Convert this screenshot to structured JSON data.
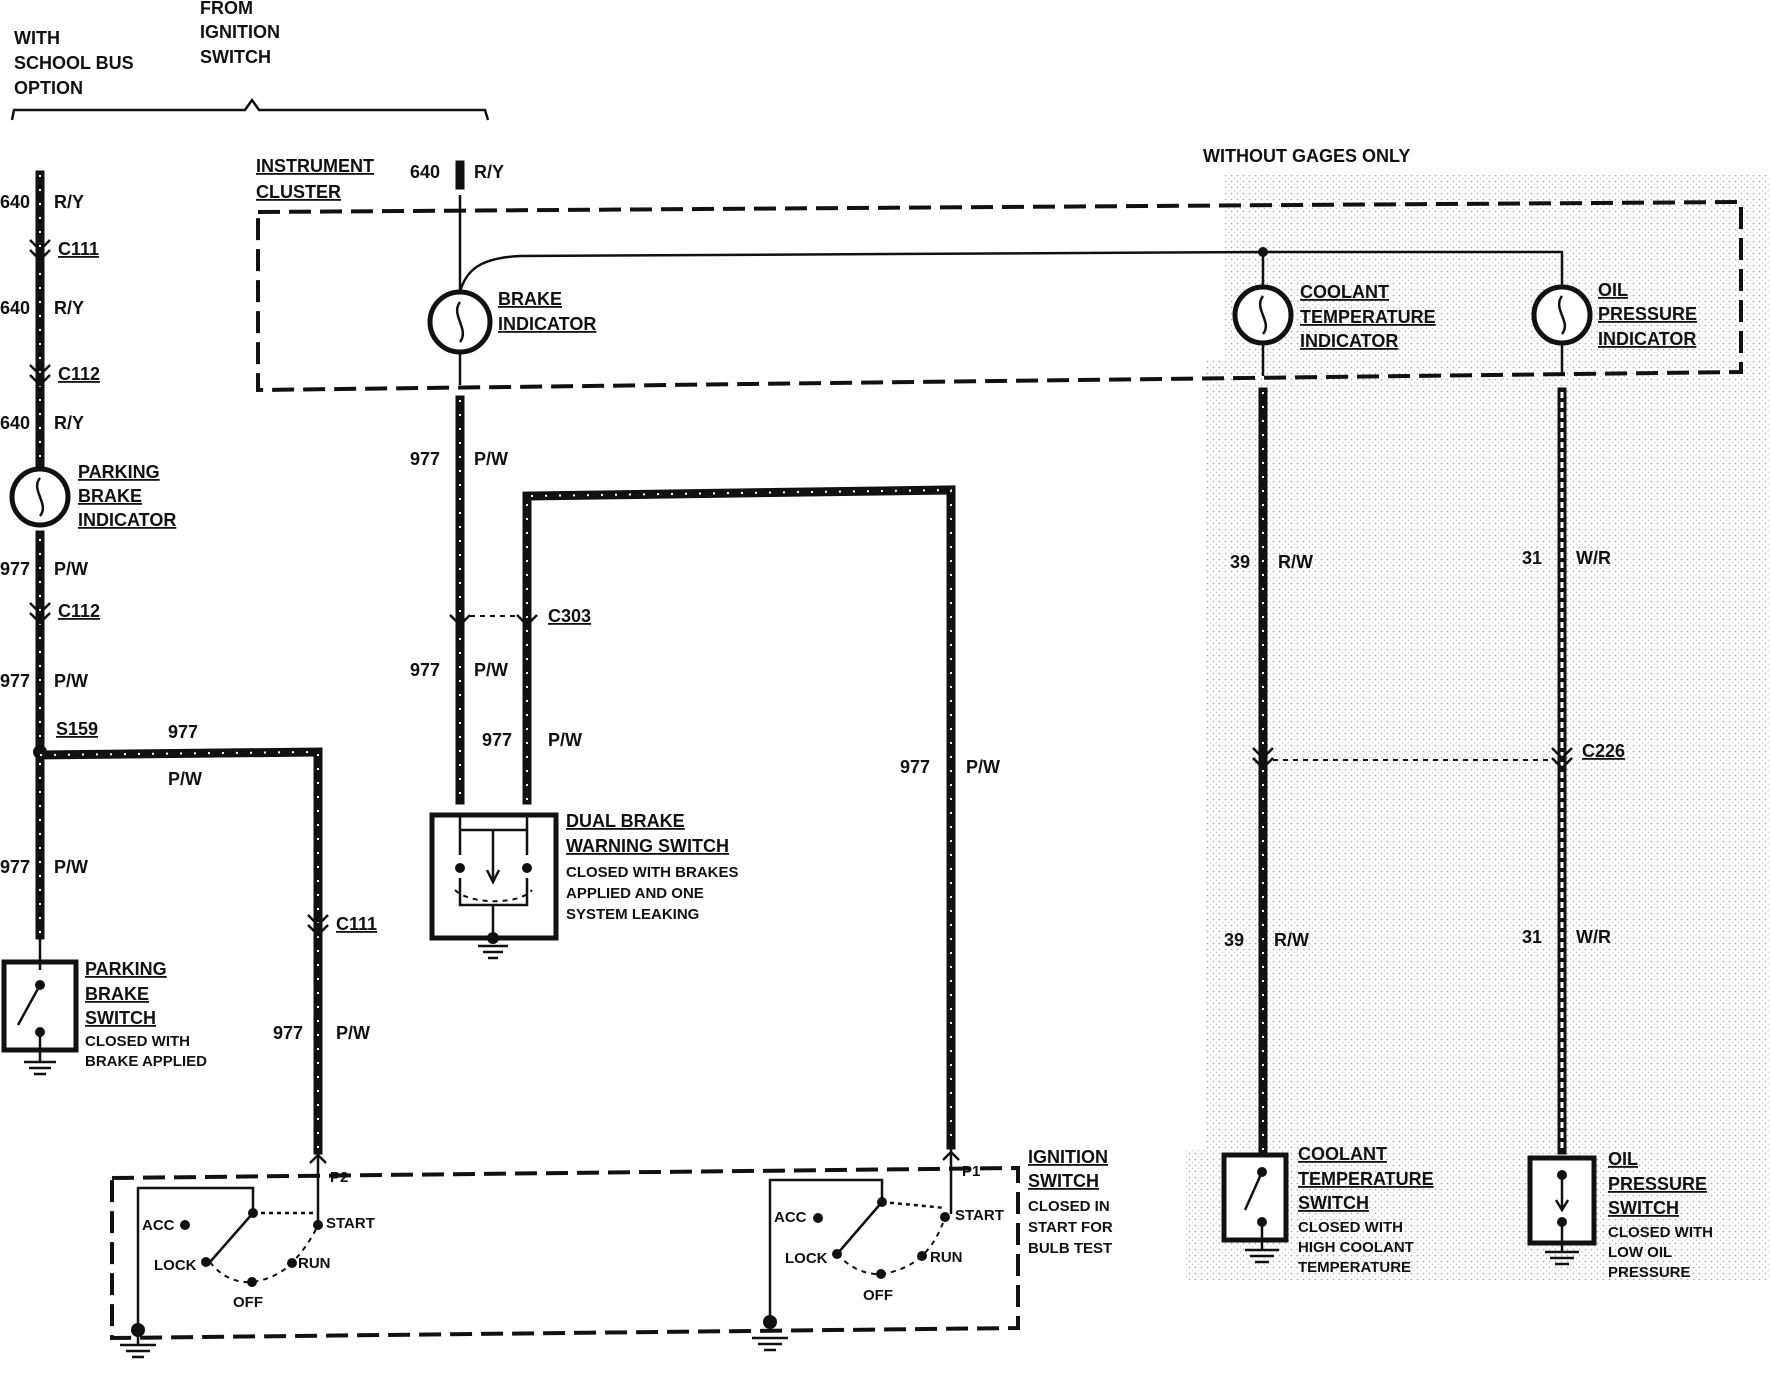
{
  "header": {
    "school_bus": [
      "WITH",
      "SCHOOL BUS",
      "OPTION"
    ],
    "from_ignition": [
      "FROM",
      "IGNITION",
      "SWITCH"
    ],
    "without_gages": "WITHOUT GAGES ONLY",
    "instrument_cluster": [
      "INSTRUMENT",
      "CLUSTER"
    ]
  },
  "components": {
    "brake_indicator": [
      "BRAKE",
      "INDICATOR"
    ],
    "coolant_indicator": [
      "COOLANT",
      "TEMPERATURE",
      "INDICATOR"
    ],
    "oil_indicator": [
      "OIL",
      "PRESSURE",
      "INDICATOR"
    ],
    "parking_indicator": [
      "PARKING",
      "BRAKE",
      "INDICATOR"
    ],
    "dual_brake": {
      "title": [
        "DUAL BRAKE",
        "WARNING SWITCH"
      ],
      "desc": [
        "CLOSED WITH BRAKES",
        "APPLIED AND ONE",
        "SYSTEM LEAKING"
      ]
    },
    "parking_switch": {
      "title": [
        "PARKING",
        "BRAKE",
        "SWITCH"
      ],
      "desc": [
        "CLOSED WITH",
        "BRAKE APPLIED"
      ]
    },
    "coolant_switch": {
      "title": [
        "COOLANT",
        "TEMPERATURE",
        "SWITCH"
      ],
      "desc": [
        "CLOSED WITH",
        "HIGH COOLANT",
        "TEMPERATURE"
      ]
    },
    "oil_switch": {
      "title": [
        "OIL",
        "PRESSURE",
        "SWITCH"
      ],
      "desc": [
        "CLOSED WITH",
        "LOW OIL",
        "PRESSURE"
      ]
    },
    "ignition_switch": {
      "title": [
        "IGNITION",
        "SWITCH"
      ],
      "desc": [
        "CLOSED IN",
        "START FOR",
        "BULB TEST"
      ],
      "positions": {
        "acc": "ACC",
        "lock": "LOCK",
        "off": "OFF",
        "run": "RUN",
        "start": "START"
      },
      "pins": {
        "p2": "P2",
        "p1": "P1"
      }
    }
  },
  "connectors": {
    "c111": "C111",
    "c112": "C112",
    "c303": "C303",
    "c226": "C226",
    "s159": "S159"
  },
  "wires": {
    "w640": {
      "num": "640",
      "color": "R/Y"
    },
    "w977": {
      "num": "977",
      "color": "P/W"
    },
    "w39": {
      "num": "39",
      "color": "R/W"
    },
    "w31": {
      "num": "31",
      "color": "W/R"
    }
  }
}
